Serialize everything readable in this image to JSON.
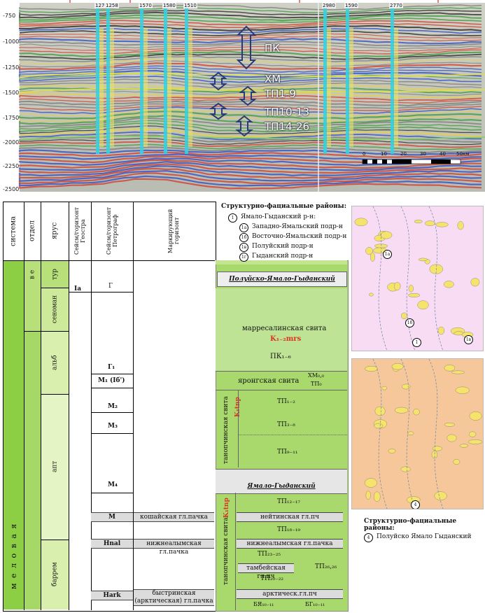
{
  "seismic": {
    "depth_labels": [
      "-750",
      "-1000",
      "-1250",
      "-1500",
      "-1750",
      "-2000",
      "-2250",
      "-2500"
    ],
    "wells": [
      "1270",
      "1258",
      "1570",
      "1580",
      "1510",
      "2980",
      "1590",
      "2770"
    ],
    "zones": [
      "ПК",
      "ХМ",
      "ТП1-9",
      "ТП10-13",
      "ТП14-26"
    ],
    "scale": {
      "ticks": [
        "0",
        "10",
        "20",
        "30",
        "40",
        "50км"
      ]
    }
  },
  "columns": {
    "system": "система",
    "section": "отдел",
    "stage": "ярус",
    "seis_geostra": "Сейсм/горизонт Геостра",
    "seis_petro": "Сейсм/горизонт Петрограф",
    "marker": "Маркирующий горизонт"
  },
  "legend_top": {
    "title": "Структурно-фациальные районы:",
    "items": [
      {
        "num": "1",
        "label": "Ямало-Гыданский р-н:"
      },
      {
        "num": "1а",
        "label": "Западно-Ямальский подр-н"
      },
      {
        "num": "1б",
        "label": "Восточно-Ямальский подр-н"
      },
      {
        "num": "1в",
        "label": "Полуйский подр-н"
      },
      {
        "num": "1г",
        "label": "Гыданский подр-н"
      }
    ]
  },
  "legend_bottom": {
    "title": "Структурно-фациальные районы:",
    "items": [
      {
        "num": "4",
        "label": "Полуйско Ямало Гыданский"
      }
    ]
  },
  "strat": {
    "system_name": "м е л о в а я",
    "section_letter": "в е",
    "stages": [
      "тур",
      "сеноман",
      "альб",
      "апт",
      "баррем"
    ],
    "geostra": [
      "Ia"
    ],
    "petro": [
      "Г",
      "Г₁",
      "М₁ (Ιб')",
      "М₂",
      "М₃",
      "М₄",
      "М",
      "Hnal",
      "Hark"
    ],
    "markers": [
      "кошайская гл.пачка",
      "нижнеалымская гл.пачка",
      "быстринская (арктическая) гл.пачка"
    ],
    "region1": "Полуйско-Ямало-Гыданский",
    "region2": "Ямало-Гыданский",
    "marresale": "марресалинская свита",
    "marresale_index": "K₁₋₂mrs",
    "pk": "ПК₁₋₆",
    "yaronga": "яронгская свита",
    "xm": "ХМ₀,₀",
    "tp0": "ТП₀",
    "tanopcha1": "танопчинская свита",
    "tanopcha1_index": "K₁tnp",
    "tp12": "ТП₁₋₂",
    "tp38": "ТП₃₋₈",
    "tp911": "ТП₉₋₁₁",
    "tp1217": "ТП₁₂₋₁₇",
    "neitinskaya": "нейтинская гл.пч",
    "tp1819": "ТП₁₈₋₁₉",
    "nizhnealym2": "нижнеалымская гл.пачка",
    "tp2325": "ТП₂₃₋₂₅",
    "tambey": "тамбейская гл.пч",
    "tp20": "ТП₂₀₋₂₂",
    "tp26": "ТП₂₆,₂₆",
    "arktich": "арктическ.гл.пч",
    "tanopcha2": "танопчинская свита",
    "tanopcha2_index": "K₁tnp",
    "bya": "БЯ₁₀₋₁₁",
    "bg": "БГ₁₀₋₁₁"
  },
  "map": {
    "labels": [
      "1а",
      "1б",
      "1",
      "1в",
      "4"
    ]
  }
}
